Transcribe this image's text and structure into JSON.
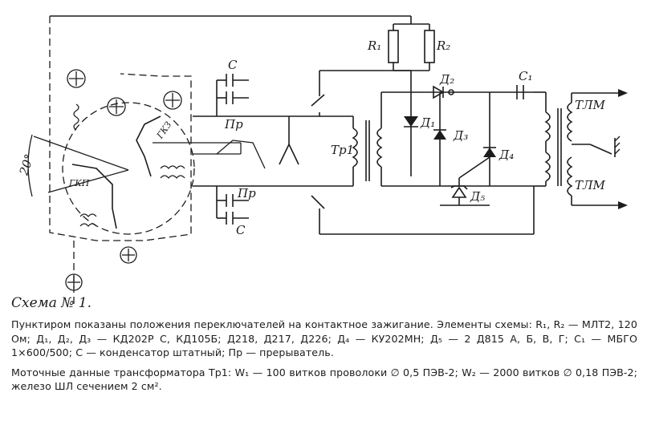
{
  "schematic": {
    "labels": {
      "r1": "R₁",
      "r2": "R₂",
      "c_top": "C",
      "c_bottom": "C",
      "pr_top": "Пр",
      "pr_bottom": "Пр",
      "tr1": "Тр1",
      "d1": "Д₁",
      "d2": "Д₂",
      "d3": "Д₃",
      "d4": "Д₄",
      "d5": "Д₅",
      "c1": "C₁",
      "tlm_top": "ТЛМ",
      "tlm_bottom": "ТЛМ",
      "gkz": "ГКЗ",
      "gkp": "ГКП",
      "angle": "20°"
    }
  },
  "caption": {
    "title": "Схема № 1.",
    "paragraph1": "Пунктиром показаны положения переключателей на контактное зажигание. Элементы схемы: R₁, R₂ — МЛТ2, 120 Ом; Д₁, Д₂, Д₃ — КД202Р С, КД105Б; Д218, Д217, Д226; Д₄ — КУ202МН; Д₅ — 2 Д815 А, Б, В, Г; С₁ — МБГО 1×600/500; С — конденсатор штатный; Пр — прерыватель.",
    "paragraph2": "Моточные данные трансформатора Тр1: W₁ — 100 витков проволоки ∅ 0,5 ПЭВ-2; W₂ — 2000 витков ∅ 0,18 ПЭВ-2; железо ШЛ сечением 2 см²."
  }
}
